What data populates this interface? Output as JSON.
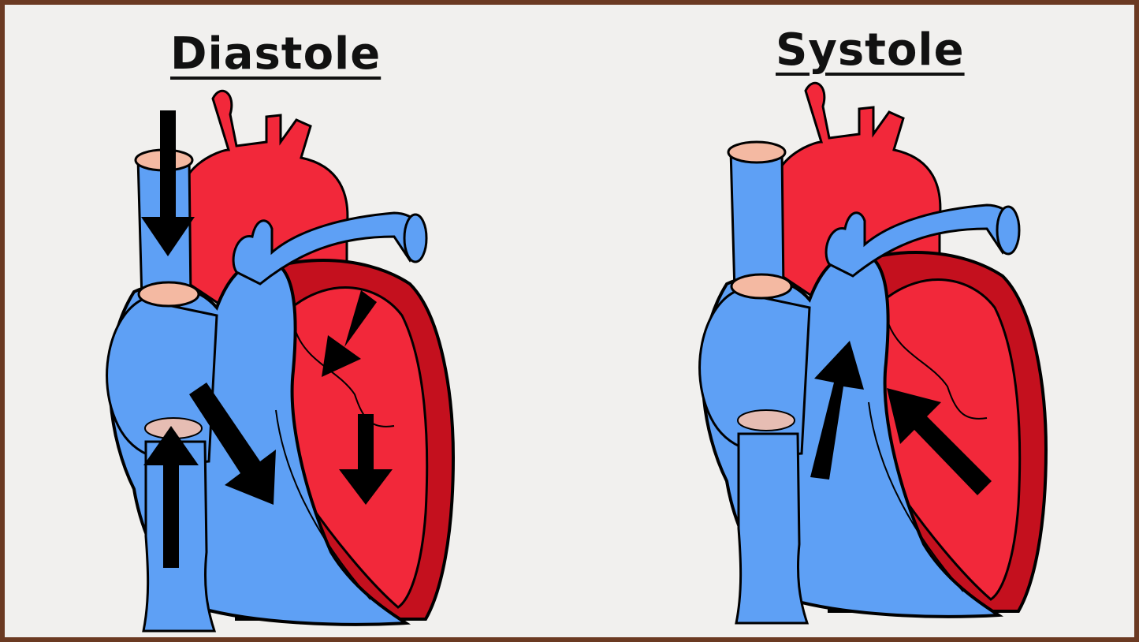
{
  "diagram": {
    "diastole": {
      "title": "Diastole",
      "arrows": 5
    },
    "systole": {
      "title": "Systole",
      "arrows": 2
    }
  },
  "colors": {
    "deoxygenated": "#5ea0f5",
    "oxygenated": "#f2283a",
    "myocardium": "#c4101e",
    "valve": "#f4b9a2",
    "arrow": "#000000",
    "frame": "#6b3a22",
    "background": "#f1f0ee"
  }
}
